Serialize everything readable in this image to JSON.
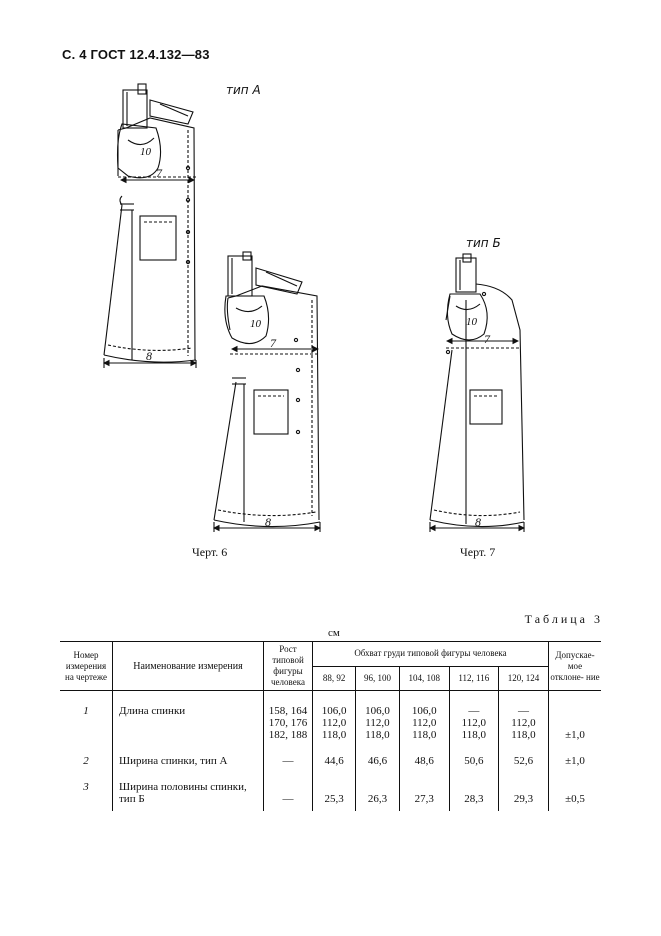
{
  "header": "С. 4 ГОСТ 12.4.132—83",
  "figures": {
    "type_a": "тип А",
    "type_b": "тип Б",
    "dim_10": "10",
    "dim_7": "7",
    "dim_8": "8",
    "caption_6": "Черт. 6",
    "caption_7": "Черт. 7"
  },
  "table": {
    "title": "Таблица 3",
    "unit": "см",
    "headers": {
      "num": "Номер измерения на чертеже",
      "name": "Наименование измерения",
      "height": "Рост типовой фигуры человека",
      "chest": "Обхват груди типовой фигуры человека",
      "tolerance": "Допускае- мое отклоне- ние",
      "chest_sizes": [
        "88, 92",
        "96, 100",
        "104, 108",
        "112, 116",
        "120, 124"
      ]
    },
    "rows": [
      {
        "num": "1",
        "name": "Длина спинки",
        "heights": [
          "158, 164",
          "170, 176",
          "182, 188"
        ],
        "values": [
          [
            "106,0",
            "112,0",
            "118,0"
          ],
          [
            "106,0",
            "112,0",
            "118,0"
          ],
          [
            "106,0",
            "112,0",
            "118,0"
          ],
          [
            "—",
            "112,0",
            "118,0"
          ],
          [
            "—",
            "112,0",
            "118,0"
          ]
        ],
        "tolerance": "±1,0"
      },
      {
        "num": "2",
        "name": "Ширина спинки, тип А",
        "height": "—",
        "values": [
          "44,6",
          "46,6",
          "48,6",
          "50,6",
          "52,6"
        ],
        "tolerance": "±1,0"
      },
      {
        "num": "3",
        "name": "Ширина половины спинки, тип Б",
        "height": "—",
        "values": [
          "25,3",
          "26,3",
          "27,3",
          "28,3",
          "29,3"
        ],
        "tolerance": "±0,5"
      }
    ]
  }
}
